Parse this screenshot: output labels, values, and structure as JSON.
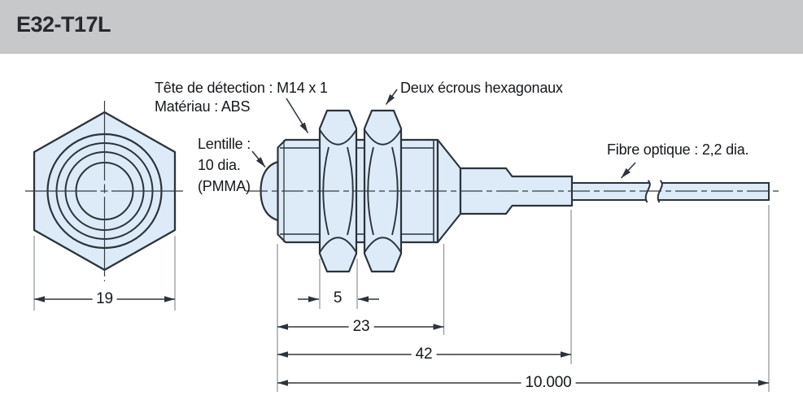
{
  "header": {
    "title": "E32-T17L"
  },
  "annotations": {
    "detection_head": {
      "line1": "Tête de détection : M14 x 1",
      "line2": "Matériau : ABS"
    },
    "hex_nuts": {
      "text": "Deux écrous hexagonaux"
    },
    "lens": {
      "line1": "Lentille :",
      "line2": "10 dia.",
      "line3": "(PMMA)"
    },
    "fiber": {
      "text": "Fibre optique : 2,2 dia."
    }
  },
  "dimensions": {
    "front_hex_width": "19",
    "nut_thickness": "5",
    "thread_length": "23",
    "head_length": "42",
    "fiber_length": "10.000"
  },
  "colors": {
    "header_bg": "#c6c8ca",
    "part_fill": "#dcebf7",
    "outline": "#2c333b",
    "dimension_line": "#30373e",
    "extension_line": "#8d939a",
    "text": "#15181b"
  }
}
